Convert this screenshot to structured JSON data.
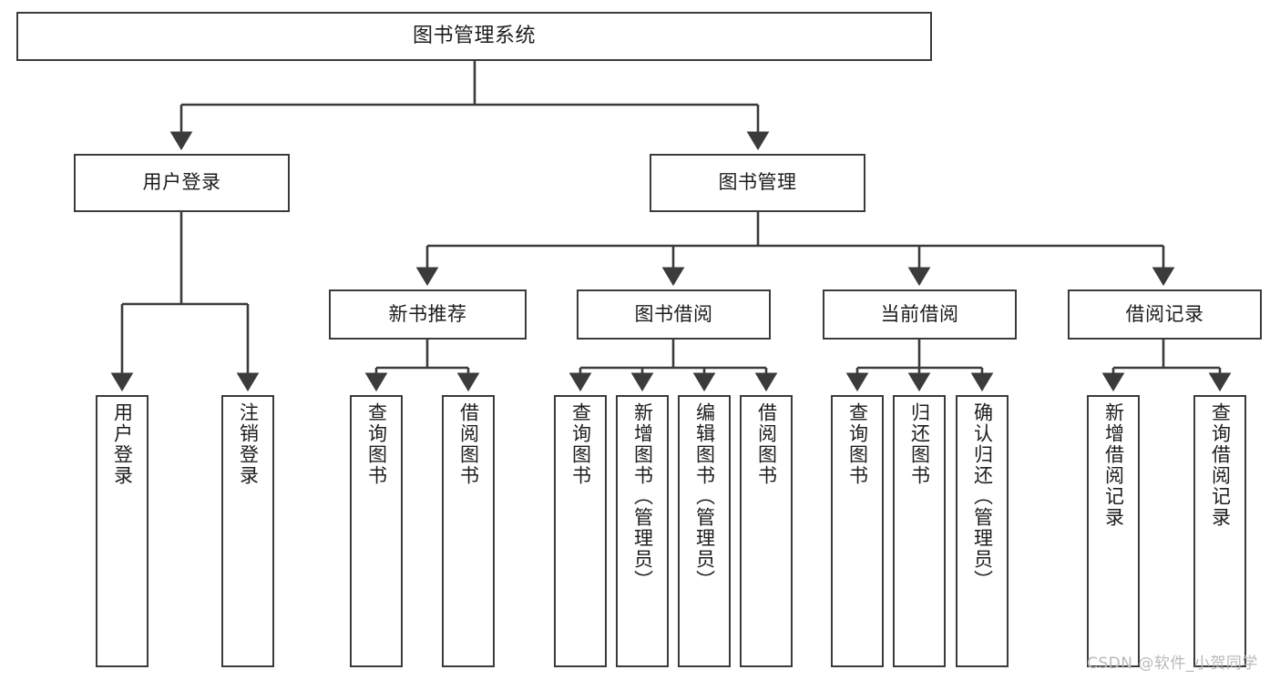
{
  "diagram": {
    "title": "图书管理系统",
    "type": "hierarchy-tree",
    "nodes": {
      "root": {
        "label": "图书管理系统"
      },
      "level2": [
        {
          "id": "user-login",
          "label": "用户登录"
        },
        {
          "id": "book-management",
          "label": "图书管理"
        }
      ],
      "level3": [
        {
          "id": "new-book-recommend",
          "label": "新书推荐"
        },
        {
          "id": "book-borrow",
          "label": "图书借阅"
        },
        {
          "id": "current-borrow",
          "label": "当前借阅"
        },
        {
          "id": "borrow-record",
          "label": "借阅记录"
        }
      ],
      "leaves": {
        "user_login": [
          {
            "id": "leaf-user-login",
            "label": "用户登录"
          },
          {
            "id": "leaf-logout-login",
            "label": "注销登录"
          }
        ],
        "new_book_recommend": [
          {
            "id": "leaf-query-book-1",
            "label": "查询图书"
          },
          {
            "id": "leaf-borrow-book-1",
            "label": "借阅图书"
          }
        ],
        "book_borrow": [
          {
            "id": "leaf-query-book-2",
            "label": "查询图书"
          },
          {
            "id": "leaf-add-book",
            "label": "新增图书（管理员）"
          },
          {
            "id": "leaf-edit-book",
            "label": "编辑图书（管理员）"
          },
          {
            "id": "leaf-borrow-book-2",
            "label": "借阅图书"
          }
        ],
        "current_borrow": [
          {
            "id": "leaf-query-book-3",
            "label": "查询图书"
          },
          {
            "id": "leaf-return-book",
            "label": "归还图书"
          },
          {
            "id": "leaf-confirm-return",
            "label": "确认归还（管理员）"
          }
        ],
        "borrow_record": [
          {
            "id": "leaf-add-record",
            "label": "新增借阅记录"
          },
          {
            "id": "leaf-query-record",
            "label": "查询借阅记录"
          }
        ]
      }
    },
    "colors": {
      "border": "#3b3b3b",
      "text": "#1c1c1c",
      "background": "#ffffff",
      "watermark": "#b9b9b9"
    }
  },
  "watermark": {
    "text": "CSDN @软件_小贺同学"
  }
}
